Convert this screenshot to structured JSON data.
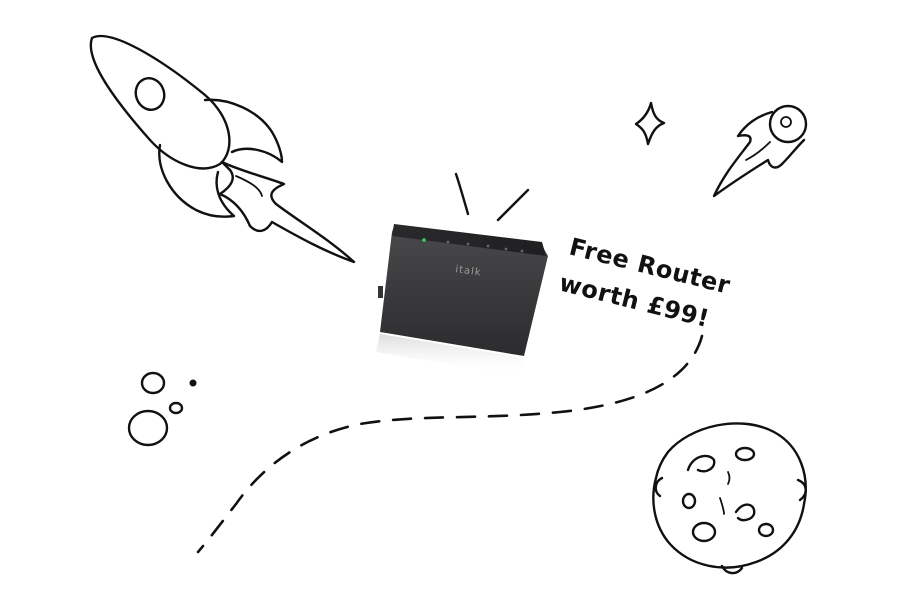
{
  "promo": {
    "line1": "Free Router",
    "line2": "worth £99!"
  },
  "router": {
    "brand": "italk"
  },
  "colors": {
    "background": "#ffffff",
    "ink": "#111111",
    "router_body": "#3a3a3c",
    "router_led": "#39d353"
  },
  "icons": [
    "rocket-icon",
    "sparkle-icon",
    "comet-icon",
    "bubbles-icon",
    "moon-icon",
    "router-icon",
    "signal-lines-icon"
  ]
}
